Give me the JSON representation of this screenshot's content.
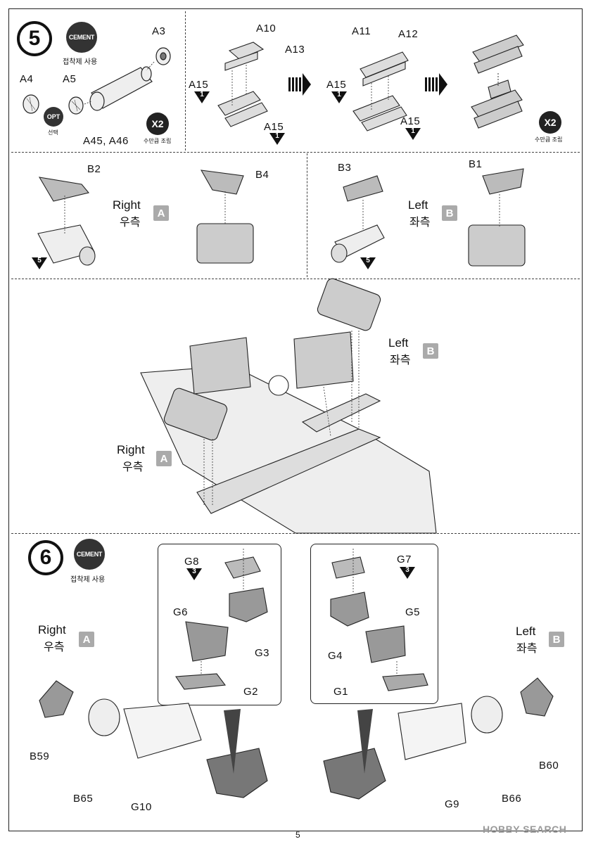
{
  "step5": {
    "number": "5",
    "cement_label": "CEMENT",
    "cement_note": "접착제 사용",
    "opt_label": "OPT",
    "opt_note": "선택",
    "x2_label": "X2",
    "x2_note": "수만큼 조립",
    "parts": {
      "a3": "A3",
      "a4": "A4",
      "a5": "A5",
      "a45_a46": "A45, A46",
      "a10": "A10",
      "a13": "A13",
      "a15_left": "A15",
      "a15_bottom": "A15",
      "a11": "A11",
      "a12": "A12",
      "a15_left2": "A15",
      "a15_bottom2": "A15"
    },
    "triangle_numbers": {
      "t1": "1",
      "t2": "1",
      "t3": "1",
      "t4": "1"
    }
  },
  "pods": {
    "b2": "B2",
    "b4": "B4",
    "b3": "B3",
    "b1": "B1",
    "right_en": "Right",
    "right_ko": "우측",
    "right_badge": "A",
    "left_en": "Left",
    "left_ko": "좌측",
    "left_badge": "B",
    "tri_a": "5",
    "tri_b": "5"
  },
  "assembly": {
    "left_en": "Left",
    "left_ko": "좌측",
    "left_badge": "B",
    "right_en": "Right",
    "right_ko": "우측",
    "right_badge": "A"
  },
  "step6": {
    "number": "6",
    "cement_label": "CEMENT",
    "cement_note": "접착제 사용",
    "right_en": "Right",
    "right_ko": "우측",
    "right_badge": "A",
    "left_en": "Left",
    "left_ko": "좌측",
    "left_badge": "B",
    "parts": {
      "g8": "G8",
      "g6": "G6",
      "g3": "G3",
      "g2": "G2",
      "g7": "G7",
      "g5": "G5",
      "g4": "G4",
      "g1": "G1",
      "b59": "B59",
      "b65": "B65",
      "g10": "G10",
      "g9": "G9",
      "b66": "B66",
      "b60": "B60"
    },
    "tri_g8": "3",
    "tri_g7": "3"
  },
  "footer": {
    "page_number": "5",
    "watermark": "HOBBY SEARCH"
  }
}
